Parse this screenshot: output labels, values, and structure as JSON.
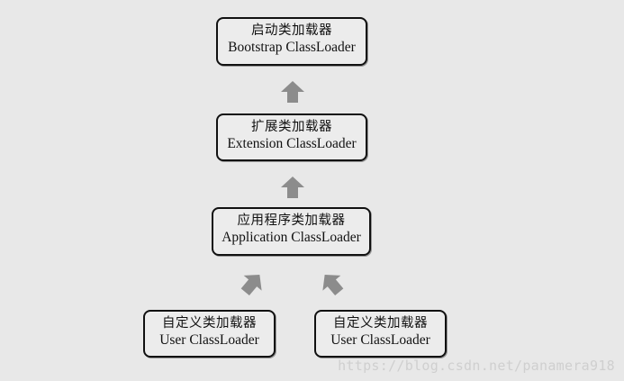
{
  "nodes": {
    "bootstrap": {
      "zh": "启动类加载器",
      "en": "Bootstrap ClassLoader"
    },
    "extension": {
      "zh": "扩展类加载器",
      "en": "Extension ClassLoader"
    },
    "application": {
      "zh": "应用程序类加载器",
      "en": "Application ClassLoader"
    },
    "user_1": {
      "zh": "自定义类加载器",
      "en": "User ClassLoader"
    },
    "user_2": {
      "zh": "自定义类加载器",
      "en": "User ClassLoader"
    }
  },
  "colors": {
    "arrow": "#8c8c8c",
    "box_border": "#111111",
    "background": "#e8e8e8"
  },
  "watermark": "https://blog.csdn.net/panamera918"
}
